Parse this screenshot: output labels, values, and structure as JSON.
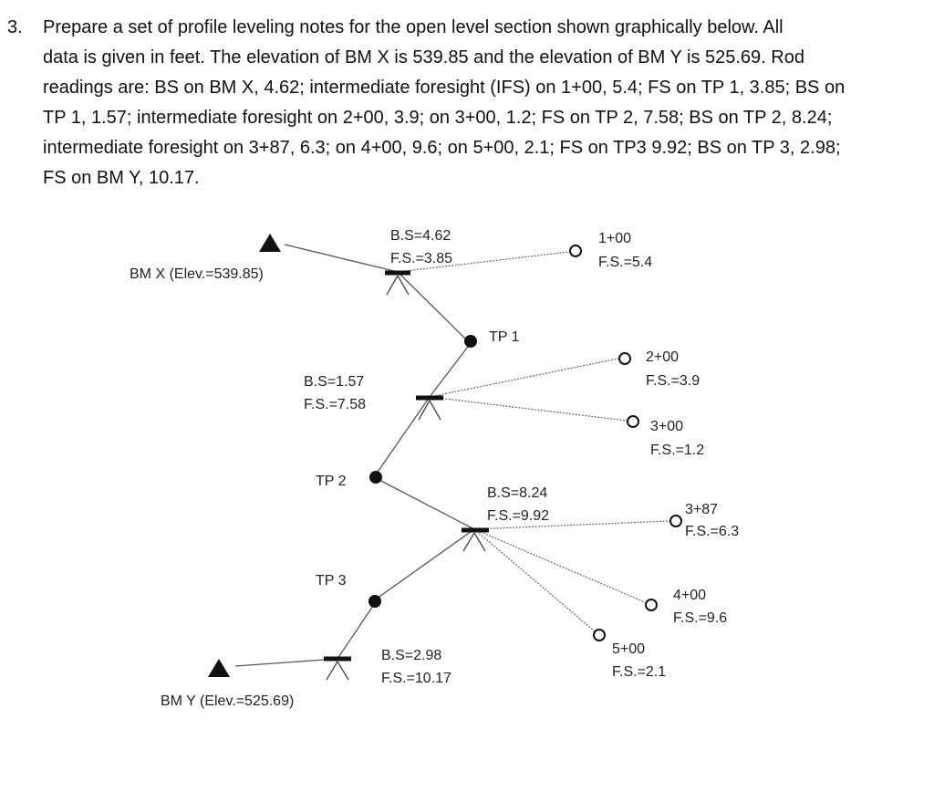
{
  "problem": {
    "number": "3.",
    "line1": "Prepare a set of profile leveling notes for the open level section shown graphically below. All",
    "line2": "data is given in feet. The elevation of BM X is 539.85 and the elevation of BM Y is 525.69.  Rod",
    "line3": "readings are: BS on BM X, 4.62; intermediate foresight (IFS) on 1+00, 5.4; FS on TP 1, 3.85; BS on",
    "line4": "TP 1, 1.57; intermediate foresight on 2+00, 3.9; on 3+00, 1.2; FS on TP 2, 7.58; BS on TP 2, 8.24;",
    "line5": "intermediate foresight on 3+87, 6.3; on 4+00, 9.6; on 5+00, 2.1; FS on TP3 9.92; BS on TP 3, 2.98;",
    "line6": "FS on BM Y, 10.17."
  },
  "diagram": {
    "benchmarks": {
      "bm_x": "BM X (Elev.=539.85)",
      "bm_y": "BM Y (Elev.=525.69)"
    },
    "turning_points": {
      "tp1": "TP 1",
      "tp2": "TP 2",
      "tp3": "TP 3"
    },
    "setups": {
      "setup1": {
        "bs": "B.S=4.62",
        "fs": "F.S.=3.85"
      },
      "setup2": {
        "bs": "B.S=1.57",
        "fs": "F.S.=7.58"
      },
      "setup3": {
        "bs": "B.S=8.24",
        "fs": "F.S.=9.92"
      },
      "setup4": {
        "bs": "B.S=2.98",
        "fs": "F.S.=10.17"
      }
    },
    "stations": {
      "s100": {
        "station": "1+00",
        "fs": "F.S.=5.4"
      },
      "s200": {
        "station": "2+00",
        "fs": "F.S.=3.9"
      },
      "s300": {
        "station": "3+00",
        "fs": "F.S.=1.2"
      },
      "s387": {
        "station": "3+87",
        "fs": "F.S.=6.3"
      },
      "s400": {
        "station": "4+00",
        "fs": "F.S.=9.6"
      },
      "s500": {
        "station": "5+00",
        "fs": "F.S.=2.1"
      }
    }
  }
}
